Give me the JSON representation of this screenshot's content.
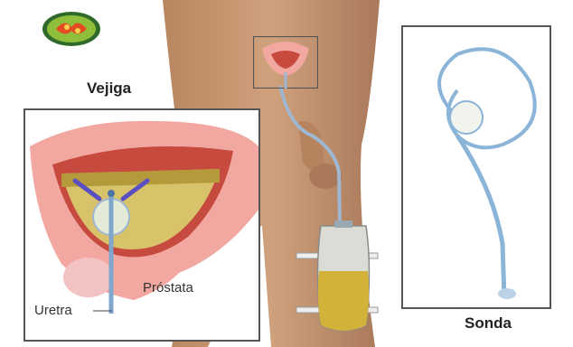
{
  "labels": {
    "bladder": "Vejiga",
    "prostate": "Próstata",
    "urethra": "Uretra",
    "catheter": "Sonda"
  },
  "colors": {
    "skin": "#c89a74",
    "skin_shadow": "#a9795a",
    "bladder_wall": "#f2a7a0",
    "bladder_inner": "#d9544f",
    "urine": "#d8c36a",
    "catheter_blue": "#8ab4d8",
    "prostate": "#f3c3c3",
    "frame": "#555555"
  },
  "icons": [
    "brain-icon"
  ]
}
